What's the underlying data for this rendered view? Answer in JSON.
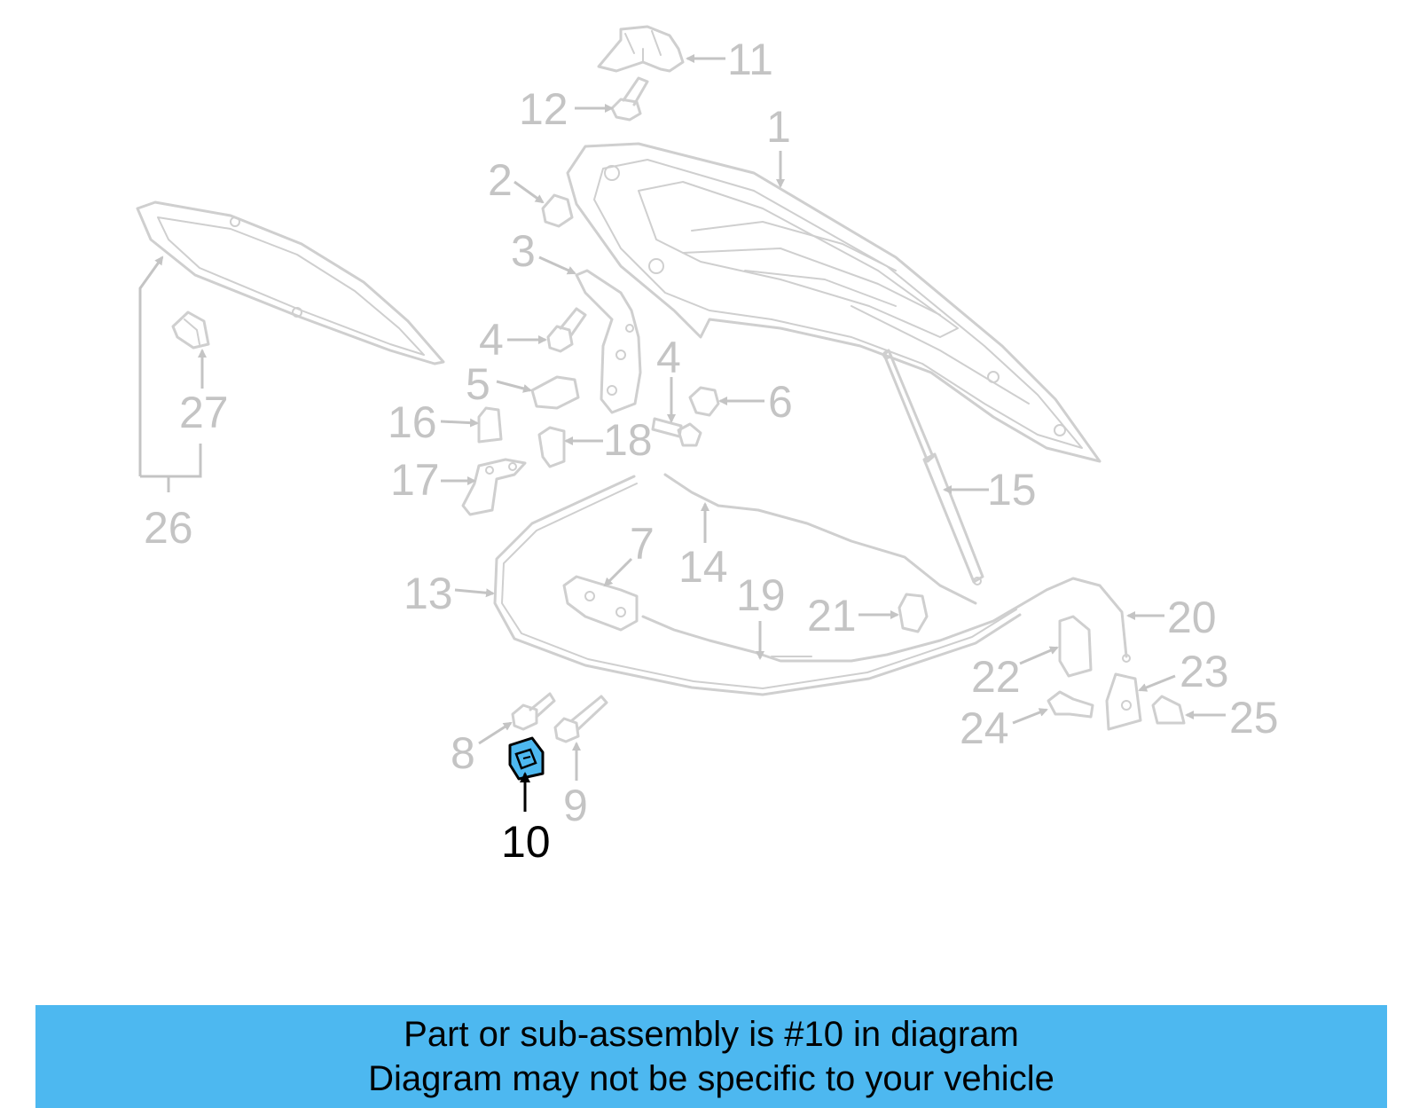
{
  "colors": {
    "part_line": "#cfcfcf",
    "label_gray": "#c4c4c4",
    "highlight_fill": "#4db8f0",
    "highlight_label": "#000000",
    "banner_bg": "#4db8f0"
  },
  "callouts": {
    "c1": "1",
    "c2": "2",
    "c3": "3",
    "c4a": "4",
    "c4b": "4",
    "c5": "5",
    "c6": "6",
    "c7": "7",
    "c8": "8",
    "c9": "9",
    "c10": "10",
    "c11": "11",
    "c12": "12",
    "c13": "13",
    "c14": "14",
    "c15": "15",
    "c16": "16",
    "c17": "17",
    "c18": "18",
    "c19": "19",
    "c20": "20",
    "c21": "21",
    "c22": "22",
    "c23": "23",
    "c24": "24",
    "c25": "25",
    "c26": "26",
    "c27": "27"
  },
  "highlighted_part": "10",
  "banner": {
    "line1": "Part or sub-assembly is #10 in diagram",
    "line2": "Diagram may not be specific to your vehicle"
  }
}
